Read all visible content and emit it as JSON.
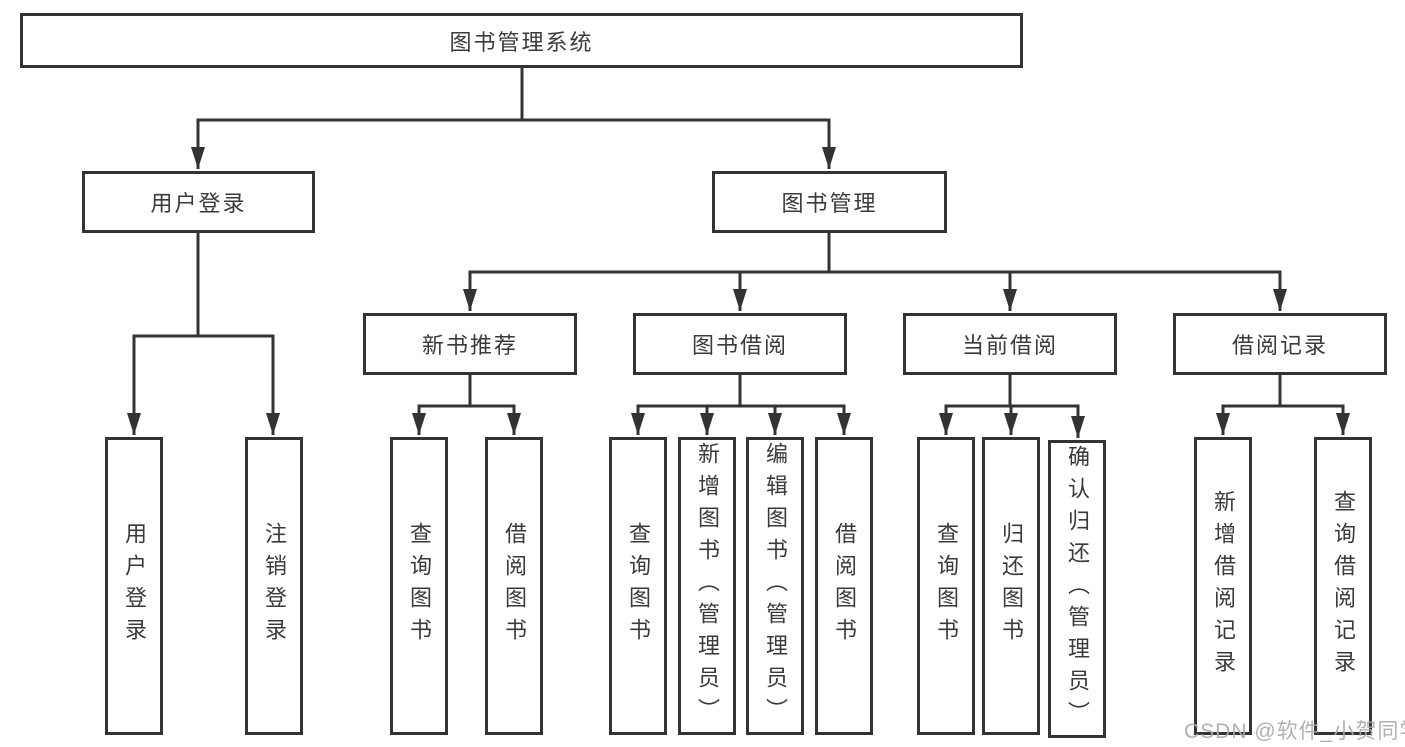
{
  "diagram": {
    "type": "hierarchy-tree",
    "colors": {
      "line": "#333333",
      "box_border": "#333333",
      "box_background": "#ffffff",
      "text": "#3a3a3a",
      "watermark_text": "#aaaaaa"
    },
    "tree": {
      "label": "图书管理系统",
      "children": [
        {
          "label": "用户登录",
          "children": [
            {
              "label": "用户登录"
            },
            {
              "label": "注销登录"
            }
          ]
        },
        {
          "label": "图书管理",
          "children": [
            {
              "label": "新书推荐",
              "children": [
                {
                  "label": "查询图书"
                },
                {
                  "label": "借阅图书"
                }
              ]
            },
            {
              "label": "图书借阅",
              "children": [
                {
                  "label": "查询图书"
                },
                {
                  "label": "新增图书（管理员）"
                },
                {
                  "label": "编辑图书（管理员）"
                },
                {
                  "label": "借阅图书"
                }
              ]
            },
            {
              "label": "当前借阅",
              "children": [
                {
                  "label": "查询图书"
                },
                {
                  "label": "归还图书"
                },
                {
                  "label": "确认归还（管理员）"
                }
              ]
            },
            {
              "label": "借阅记录",
              "children": [
                {
                  "label": "新增借阅记录"
                },
                {
                  "label": "查询借阅记录"
                }
              ]
            }
          ]
        }
      ]
    },
    "watermark": {
      "text": "CSDN @软件_小贺同学"
    }
  }
}
